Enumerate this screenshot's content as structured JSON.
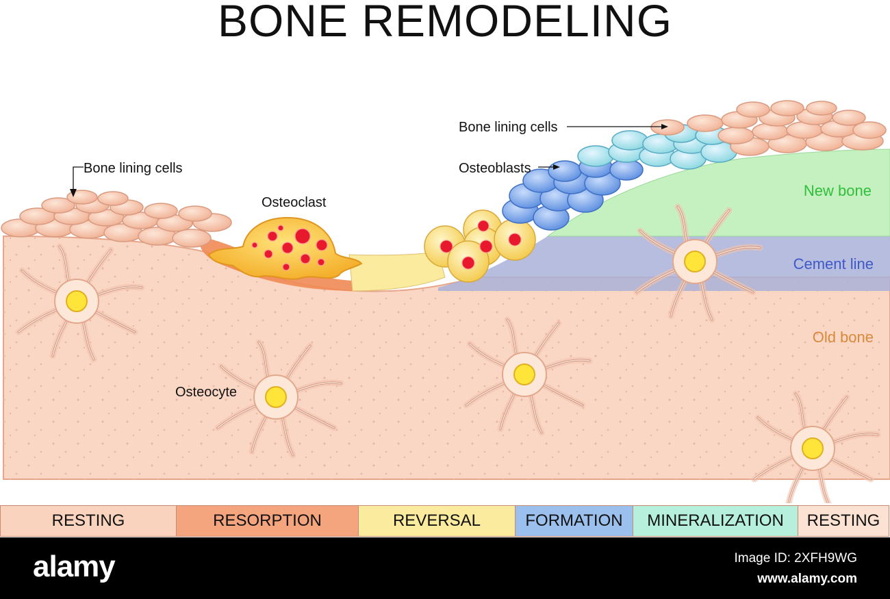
{
  "title": "BONE REMODELING",
  "labels": {
    "bone_lining_left": "Bone lining cells",
    "osteoclast": "Osteoclast",
    "bone_lining_right": "Bone lining cells",
    "osteoblasts": "Osteoblasts",
    "osteocyte": "Osteocyte"
  },
  "zones": {
    "new_bone": "New bone",
    "cement_line": "Cement line",
    "old_bone": "Old bone"
  },
  "phases": [
    {
      "label": "RESTING",
      "color": "#f9d3bd"
    },
    {
      "label": "RESORPTION",
      "color": "#f4a57e"
    },
    {
      "label": "REVERSAL",
      "color": "#faeb9e"
    },
    {
      "label": "FORMATION",
      "color": "#9cc0ee"
    },
    {
      "label": "MINERALIZATION",
      "color": "#b6f0dc"
    },
    {
      "label": "RESTING",
      "color": "#fbe2d2"
    }
  ],
  "footer": {
    "logo": "alamy",
    "image_id": "Image ID: 2XFH9WG",
    "url": "www.alamy.com"
  },
  "colors": {
    "old_bone": "#f9d7c4",
    "new_bone": "#c5f0c0",
    "cement_line": "#aab2d8",
    "new_bone_text": "#2fbf3a",
    "cement_line_text": "#3f59c8",
    "old_bone_text": "#d88a3a"
  }
}
